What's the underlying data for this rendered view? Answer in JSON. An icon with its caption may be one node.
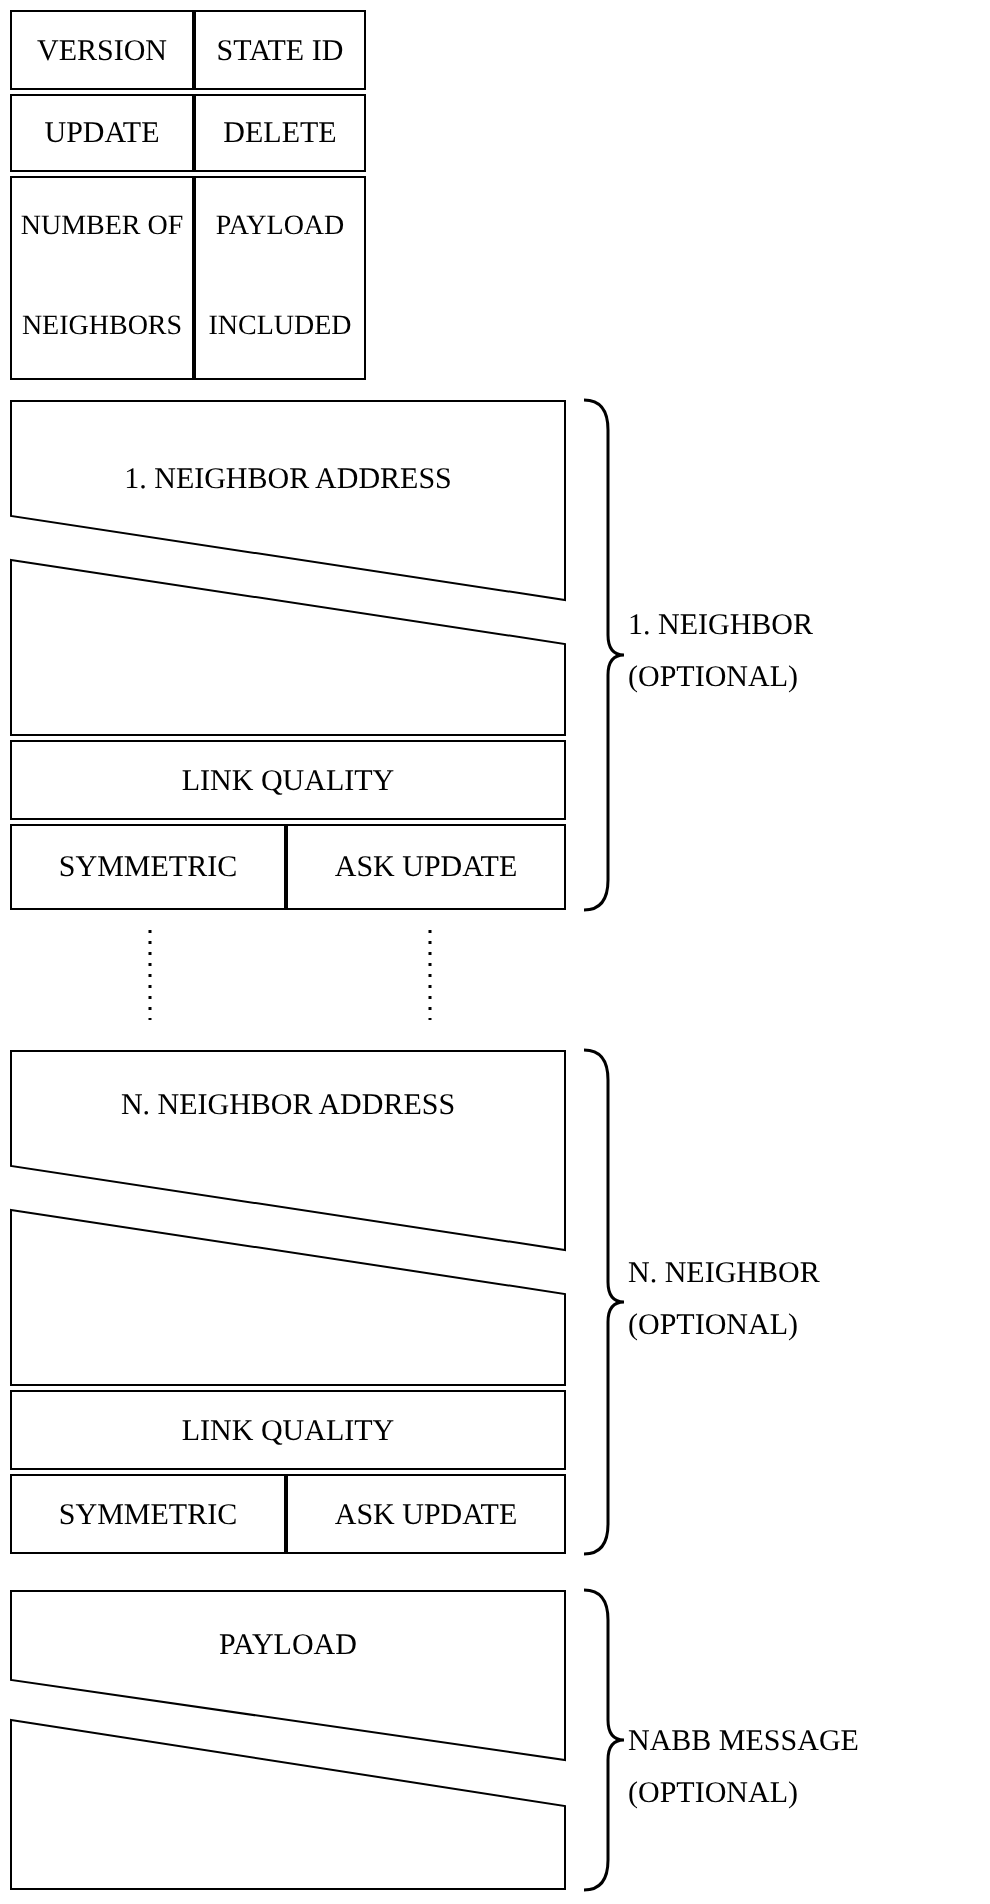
{
  "diagram": {
    "nodes": [
      {
        "text": [
          "VERSION"
        ]
      },
      {
        "text": [
          "STATE ID"
        ]
      },
      {
        "text": [
          "UPDATE"
        ]
      },
      {
        "text": [
          "DELETE"
        ]
      },
      {
        "text": [
          "NUMBER OF NEIGHBORS"
        ]
      },
      {
        "text": [
          "PAYLOAD INCLUDED"
        ]
      },
      {
        "text": [
          "1. NEIGHBOR ADDRESS"
        ]
      },
      {
        "text": [
          "LINK QUALITY"
        ]
      },
      {
        "text": [
          "SYMMETRIC"
        ]
      },
      {
        "text": [
          "ASK UPDATE"
        ]
      },
      {
        "text": [
          "N. NEIGHBOR ADDRESS"
        ]
      },
      {
        "text": [
          "LINK QUALITY"
        ]
      },
      {
        "text": [
          "SYMMETRIC"
        ]
      },
      {
        "text": [
          "ASK UPDATE"
        ]
      },
      {
        "text": [
          "PAYLOAD"
        ]
      }
    ],
    "labels": [
      "1. NEIGHBOR",
      "(OPTIONAL)",
      "N. NEIGHBOR",
      "(OPTIONAL)",
      "NABB MESSAGE",
      "(OPTIONAL)"
    ]
  }
}
